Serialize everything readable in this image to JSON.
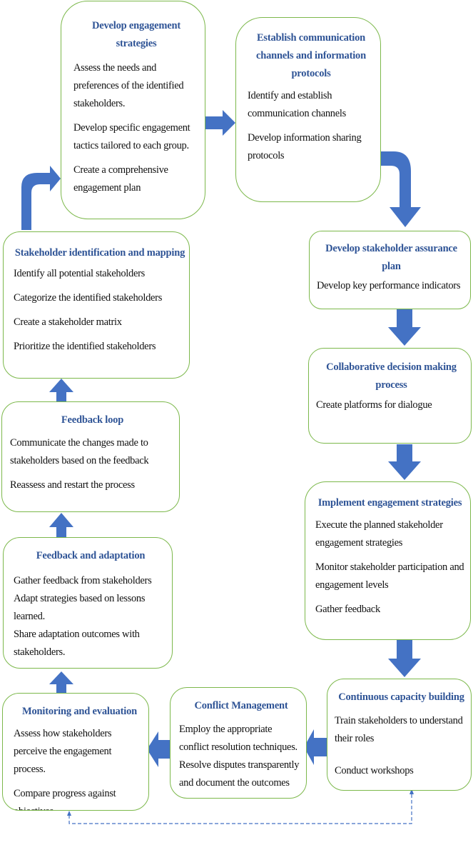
{
  "colors": {
    "accent": "#2f5496",
    "arrow": "#4472c4",
    "border": "#7cb84b",
    "dashed": "#4472c4"
  },
  "steps": [
    {
      "title": "Develop engagement strategies",
      "items": [
        "Assess the needs and preferences of the identified stakeholders.",
        "Develop specific engagement tactics tailored to each group.",
        "Create a comprehensive engagement plan"
      ]
    },
    {
      "title": "Establish communication channels and information protocols",
      "items": [
        "Identify and establish communication channels",
        "Develop information sharing protocols"
      ]
    },
    {
      "title": "Develop stakeholder assurance plan",
      "items": [
        "Develop key performance indicators"
      ]
    },
    {
      "title": "Collaborative decision making process",
      "items": [
        "Create platforms for dialogue"
      ]
    },
    {
      "title": "Implement engagement strategies",
      "items": [
        "Execute the planned stakeholder engagement strategies",
        "Monitor stakeholder participation and engagement levels",
        "Gather feedback"
      ]
    },
    {
      "title": "Continuous capacity building",
      "items": [
        "Train stakeholders to understand their roles",
        "Conduct workshops"
      ]
    },
    {
      "title": "Conflict Management",
      "items": [
        "Employ the appropriate conflict resolution techniques.",
        "Resolve disputes transparently and document the outcomes"
      ]
    },
    {
      "title": "Monitoring and evaluation",
      "items": [
        "Assess how stakeholders perceive the engagement process.",
        "Compare progress against objectives"
      ]
    },
    {
      "title": "Feedback and adaptation",
      "items": [
        "Gather feedback from stakeholders",
        "Adapt strategies based on lessons learned.",
        "Share adaptation outcomes with stakeholders."
      ]
    },
    {
      "title": "Feedback loop",
      "items": [
        "Communicate the changes made to stakeholders based on the feedback",
        "Reassess and restart the process"
      ]
    },
    {
      "title": "Stakeholder identification and mapping",
      "items": [
        "Identify all potential stakeholders",
        "Categorize the identified stakeholders",
        "Create a stakeholder matrix",
        "Prioritize the identified stakeholders"
      ]
    }
  ]
}
